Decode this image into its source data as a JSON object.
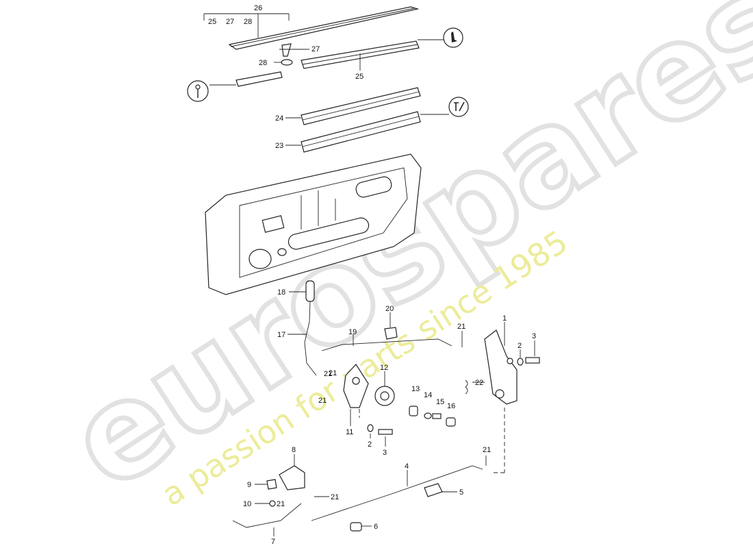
{
  "watermark": {
    "brand": "eurospares",
    "tagline": "a passion for parts since 1985"
  },
  "callouts": {
    "c1": "1",
    "c2a": "2",
    "c2b": "2",
    "c3a": "3",
    "c3b": "3",
    "c4": "4",
    "c5": "5",
    "c6": "6",
    "c7": "7",
    "c8": "8",
    "c9": "9",
    "c10": "10",
    "c11": "11",
    "c12": "12",
    "c13": "13",
    "c14": "14",
    "c15": "15",
    "c16": "16",
    "c17": "17",
    "c18": "18",
    "c19": "19",
    "c20": "20",
    "c21a": "21",
    "c21b": "21",
    "c21c": "21",
    "c21d": "21",
    "c21e": "21",
    "c21f": "21",
    "c21g": "21",
    "c22": "22",
    "c23": "23",
    "c24": "24",
    "c25": "25",
    "c26": "26",
    "c27": "27",
    "c28": "28",
    "g26_25": "25",
    "g26_27": "27",
    "g26_28": "28"
  },
  "icons": [
    "tool-hand-icon",
    "key-icon",
    "tool-check-icon"
  ]
}
